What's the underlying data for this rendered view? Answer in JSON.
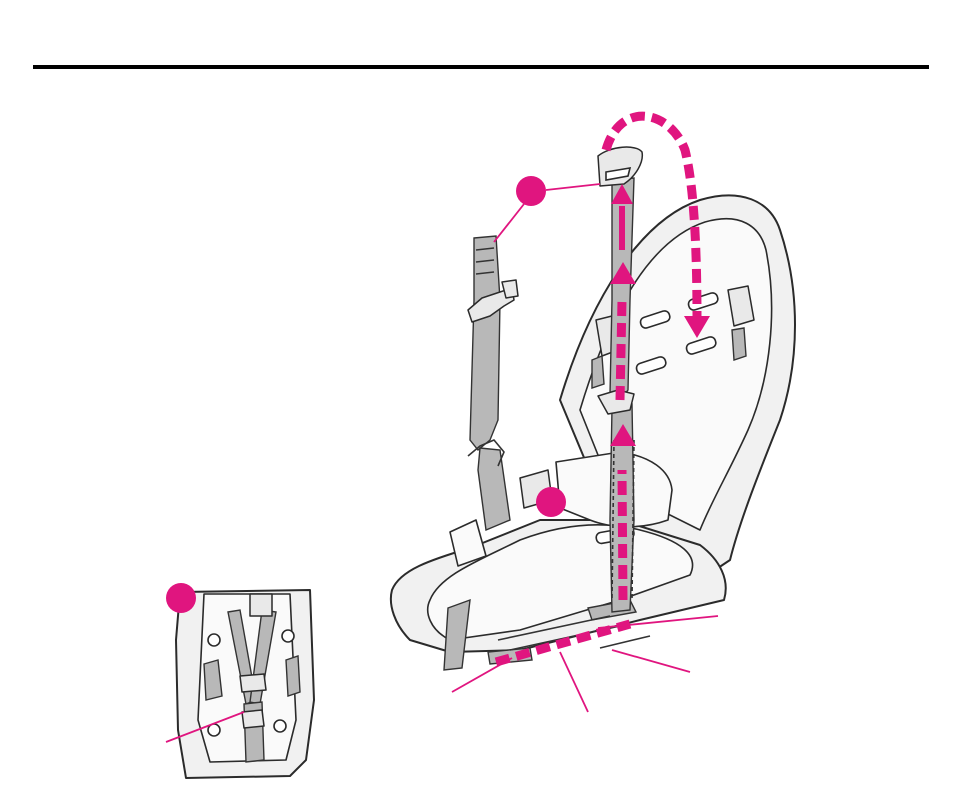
{
  "figure": {
    "accent_color": "#e0157f",
    "rule_color": "#000000",
    "callout_markers": [
      "callout-top-strap",
      "callout-seat-buckle",
      "callout-inset-back"
    ],
    "icons": [
      "harness-strap-icon",
      "car-seat-icon",
      "routing-arrow-icon",
      "back-view-inset-icon"
    ]
  }
}
